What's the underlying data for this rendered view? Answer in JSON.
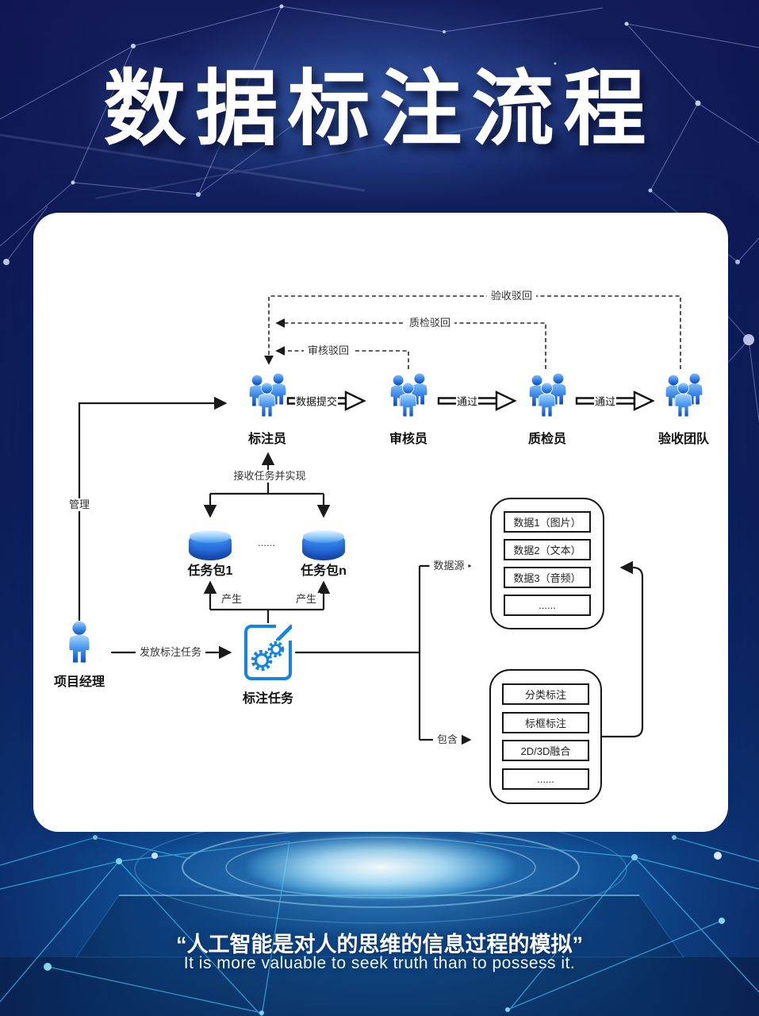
{
  "poster": {
    "title": "数据标注流程",
    "quote_cn": "“人工智能是对人的思维的信息过程的模拟”",
    "quote_en": "It is more valuable to seek truth than to possess it."
  },
  "flow": {
    "roles": {
      "annotator": "标注员",
      "reviewer": "审核员",
      "inspector": "质检员",
      "acceptance": "验收团队"
    },
    "arrows": {
      "submit": "数据提交",
      "pass1": "通过",
      "pass2": "通过"
    },
    "feedback": {
      "review_reject": "审核驳回",
      "qc_reject": "质检驳回",
      "acceptance_reject": "验收驳回"
    },
    "manager": "项目经理",
    "manage": "管理",
    "dispatch": "发放标注任务",
    "receive": "接收任务并实现",
    "produce1": "产生",
    "produce2": "产生",
    "pkg1": "任务包1",
    "pkgn": "任务包n",
    "pkg_ellipsis": "......",
    "task": "标注任务",
    "datasource_label": "数据源",
    "datasource_items": [
      "数据1（图片）",
      "数据2（文本）",
      "数据3（音频）",
      "......"
    ],
    "contains_label": "包含",
    "contains_items": [
      "分类标注",
      "标框标注",
      "2D/3D融合",
      "......"
    ]
  },
  "colors": {
    "accent_blue": "#1483e2",
    "diagram_line": "#1a1a1a",
    "bg_navy": "#141b59",
    "bg_blue": "#0d4a8c",
    "glow_cyan": "#9fe3ff"
  }
}
